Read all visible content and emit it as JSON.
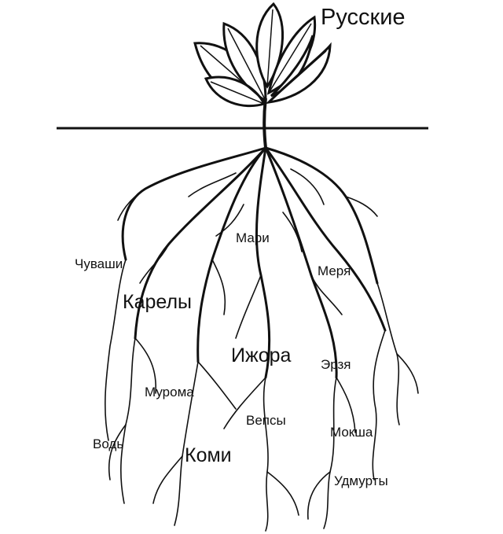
{
  "diagram": {
    "title": "Русские",
    "labels": {
      "mari": "Мари",
      "chuvashi": "Чуваши",
      "merya": "Меря",
      "kareli": "Карелы",
      "izhora": "Ижора",
      "erzya": "Эрзя",
      "muroma": "Мурома",
      "vepsy": "Вепсы",
      "vod": "Водь",
      "moksha": "Мокша",
      "komi": "Коми",
      "udmurty": "Удмурты"
    }
  },
  "colors": {
    "ink": "#111111",
    "leaf_fill": "#ffffff",
    "background": "#ffffff"
  }
}
